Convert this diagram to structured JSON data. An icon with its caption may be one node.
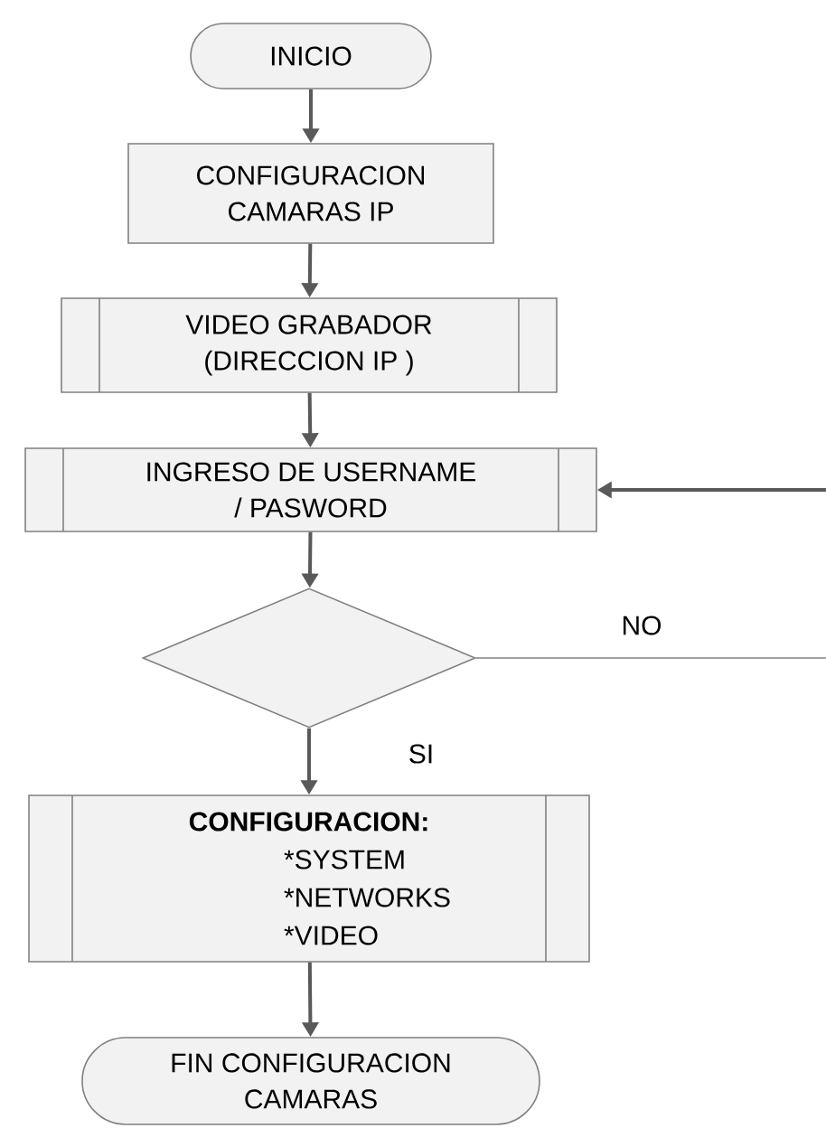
{
  "diagram": {
    "nodes": [
      {
        "text": [
          "INICIO"
        ]
      },
      {
        "text": [
          "CONFIGURACION CAMARAS IP"
        ]
      },
      {
        "text": [
          "VIDEO GRABADOR (DIRECCION IP )"
        ]
      },
      {
        "text": [
          "INGRESO DE USERNAME / PASWORD"
        ]
      },
      {
        "text": [],
        "shape": "diamond"
      },
      {
        "text": [
          "CONFIGURACION:",
          "*SYSTEM",
          "*NETWORKS",
          "*VIDEO"
        ]
      },
      {
        "text": [
          "FIN CONFIGURACION CAMARAS"
        ]
      }
    ],
    "edges": [
      {
        "from": 0,
        "to": 1,
        "arrow": "to"
      },
      {
        "from": 1,
        "to": 2,
        "arrow": "to"
      },
      {
        "from": 2,
        "to": 3,
        "arrow": "to"
      },
      {
        "from": 3,
        "to": 4,
        "arrow": "to"
      },
      {
        "from": 4,
        "to": null,
        "arrow": "none",
        "label": "NO"
      },
      {
        "from": null,
        "to": 3,
        "arrow": "to"
      },
      {
        "from": 4,
        "to": 5,
        "arrow": "to",
        "label": "SI"
      },
      {
        "from": 5,
        "to": 6,
        "arrow": "to"
      }
    ]
  }
}
